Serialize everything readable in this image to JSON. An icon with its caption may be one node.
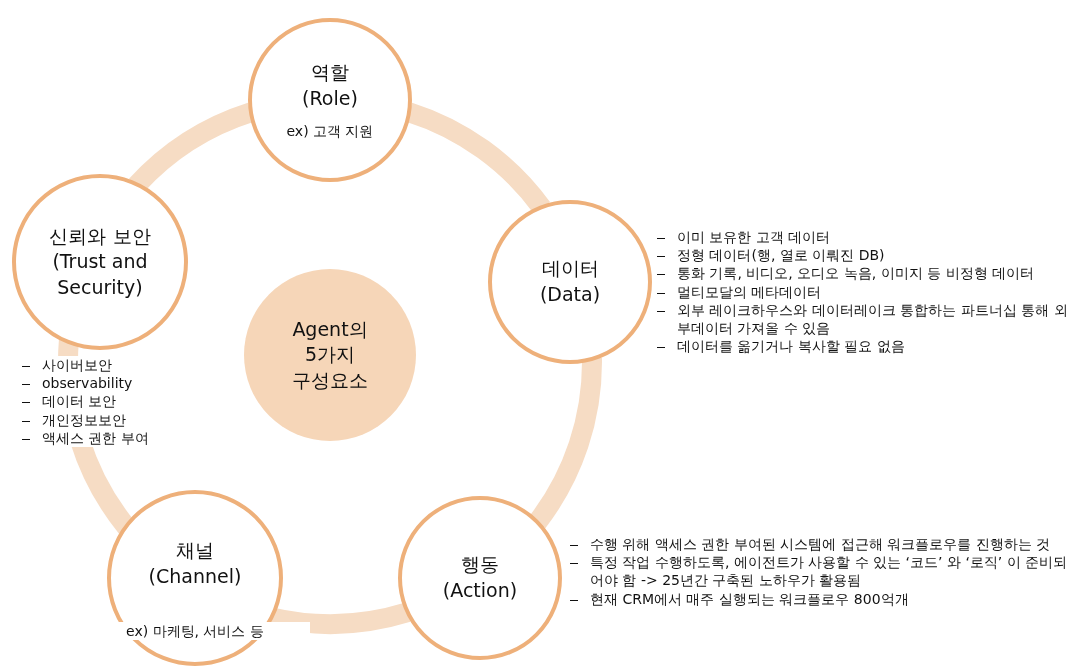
{
  "diagram": {
    "nodes": [
      {
        "text": [
          "Agent의 5가지 구성요소"
        ]
      },
      {
        "text": [
          "역할 (Role)",
          "ex) 고객 지원"
        ]
      },
      {
        "text": [
          "데이터 (Data)"
        ],
        "beside": [
          "이미 보유한 고객 데이터",
          "정형 데이터(행, 열로 이뤄진 DB)",
          "통화 기록, 비디오, 오디오 녹음, 이미지 등 비정형 데이터",
          "멀티모달의 메타데이터",
          "외부 레이크하우스와 데이터레이크 통합하는 파트너십 통해 외부데이터 가져올 수 있음",
          "데이터를 옮기거나 복사할 필요 없음"
        ]
      },
      {
        "text": [
          "행동 (Action)"
        ],
        "beside": [
          "수행 위해 액세스 권한 부여된 시스템에 접근해 워크플로우를 진행하는 것",
          "특정 작업 수행하도록, 에이전트가 사용할 수 있는 ‘코드’ 와 ‘로직’ 이 준비되어야 함 -> 25년간 구축된 노하우가 활용됨",
          "현재 CRM에서 매주 실행되는 워크플로우 800억개"
        ]
      },
      {
        "text": [
          "채널 (Channel)",
          "ex) 마케팅, 서비스 등"
        ]
      },
      {
        "text": [
          "신뢰와 보안 (Trust and Security)"
        ],
        "beside": [
          "사이버보안",
          "observability",
          "데이터 보안",
          "개인정보보안",
          "액세스 권한 부여"
        ]
      }
    ],
    "edges": [
      {
        "from": 1,
        "to": 2,
        "arrow": "none"
      },
      {
        "from": 2,
        "to": 3,
        "arrow": "none"
      },
      {
        "from": 3,
        "to": 4,
        "arrow": "none"
      },
      {
        "from": 4,
        "to": 5,
        "arrow": "none"
      },
      {
        "from": 5,
        "to": 1,
        "arrow": "none"
      }
    ]
  }
}
